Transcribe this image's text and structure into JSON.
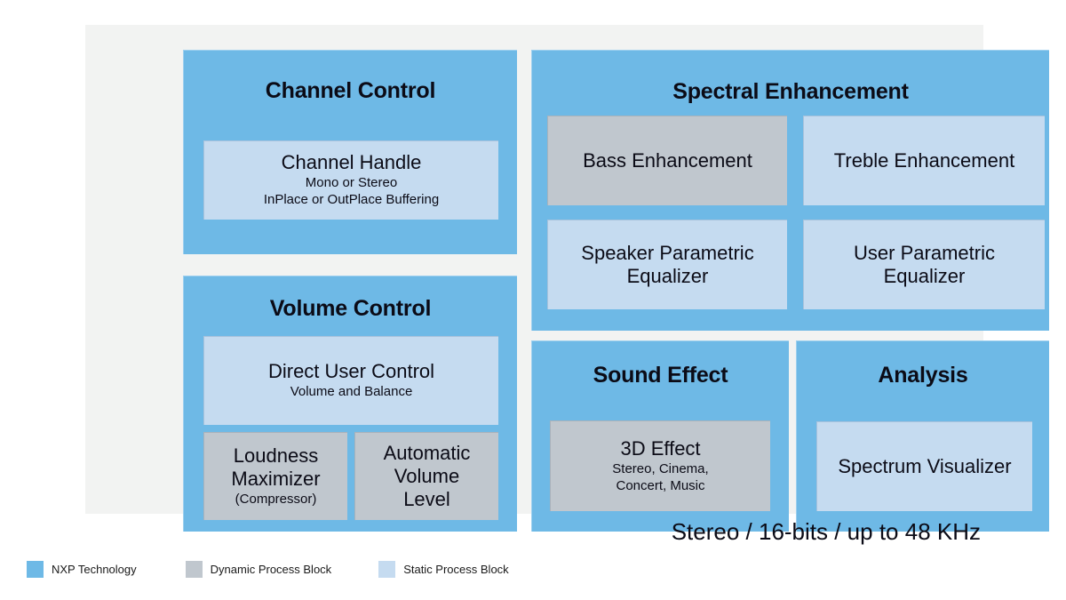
{
  "colors": {
    "nxp_blue": "#6EB9E6",
    "static_block": "#C5DBF0",
    "dynamic_block": "#C0C7CE",
    "panel_background": "#F2F3F2",
    "text": "#0B0B16"
  },
  "groups": {
    "channel_control": {
      "title": "Channel Control",
      "blocks": [
        {
          "label": "Channel Handle",
          "sub": [
            "Mono or Stereo",
            "InPlace or OutPlace Buffering"
          ],
          "kind": "static"
        }
      ]
    },
    "volume_control": {
      "title": "Volume Control",
      "blocks": [
        {
          "label": "Direct User Control",
          "sub": [
            "Volume and Balance"
          ],
          "kind": "static"
        },
        {
          "label": "Loudness\nMaximizer",
          "sub": [
            "(Compressor)"
          ],
          "kind": "dynamic"
        },
        {
          "label": "Automatic\nVolume\nLevel",
          "sub": [],
          "kind": "dynamic"
        }
      ]
    },
    "spectral_enhancement": {
      "title": "Spectral Enhancement",
      "blocks": [
        {
          "label": "Bass Enhancement",
          "sub": [],
          "kind": "dynamic"
        },
        {
          "label": "Treble Enhancement",
          "sub": [],
          "kind": "static"
        },
        {
          "label": "Speaker Parametric\nEqualizer",
          "sub": [],
          "kind": "static"
        },
        {
          "label": "User Parametric\nEqualizer",
          "sub": [],
          "kind": "static"
        }
      ]
    },
    "sound_effect": {
      "title": "Sound Effect",
      "blocks": [
        {
          "label": "3D Effect",
          "sub": [
            "Stereo, Cinema,",
            "Concert, Music"
          ],
          "kind": "dynamic"
        }
      ]
    },
    "analysis": {
      "title": "Analysis",
      "blocks": [
        {
          "label": "Spectrum Visualizer",
          "sub": [],
          "kind": "static"
        }
      ]
    }
  },
  "footer": {
    "spec": "Stereo / 16-bits / up to 48 KHz"
  },
  "legend": {
    "items": [
      {
        "label": "NXP Technology",
        "color": "#6EB9E6"
      },
      {
        "label": "Dynamic Process Block",
        "color": "#C0C7CE"
      },
      {
        "label": "Static Process Block",
        "color": "#C5DBF0"
      }
    ]
  }
}
